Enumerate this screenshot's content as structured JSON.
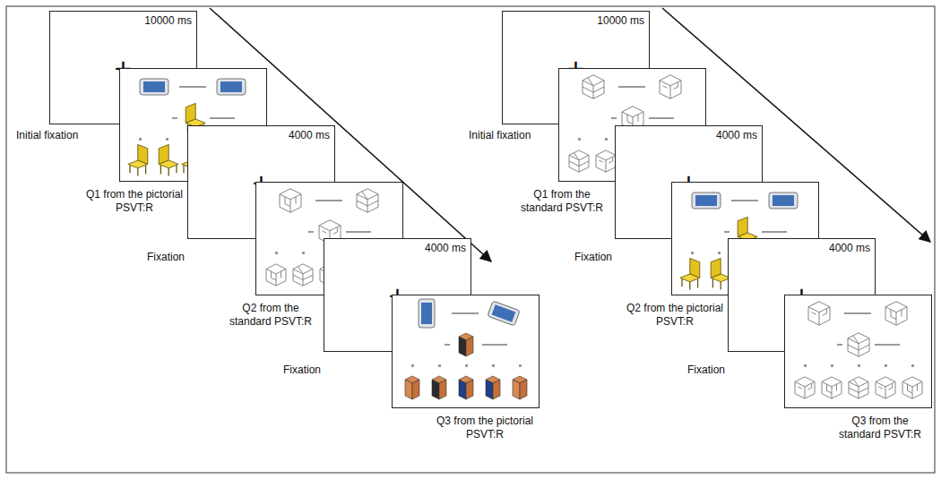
{
  "diagram": {
    "nodes": [
      {
        "text": [
          "10000 ms",
          "+",
          "Initial fixation"
        ]
      },
      {
        "text": [
          "Q1 from the pictorial PSVT:R"
        ]
      },
      {
        "text": [
          "4000 ms",
          "+",
          "Fixation"
        ]
      },
      {
        "text": [
          "Q2 from the standard PSVT:R"
        ]
      },
      {
        "text": [
          "4000 ms",
          "+",
          "Fixation"
        ]
      },
      {
        "text": [
          "Q3 from the pictorial PSVT:R"
        ]
      },
      {
        "text": [
          "10000 ms",
          "+",
          "Initial fixation"
        ]
      },
      {
        "text": [
          "Q1 from the standard PSVT:R"
        ]
      },
      {
        "text": [
          "4000 ms",
          "+",
          "Fixation"
        ]
      },
      {
        "text": [
          "Q2 from the pictorial PSVT:R"
        ]
      },
      {
        "text": [
          "4000 ms",
          "+",
          "Fixation"
        ]
      },
      {
        "text": [
          "Q3 from the standard PSVT:R"
        ]
      }
    ]
  }
}
